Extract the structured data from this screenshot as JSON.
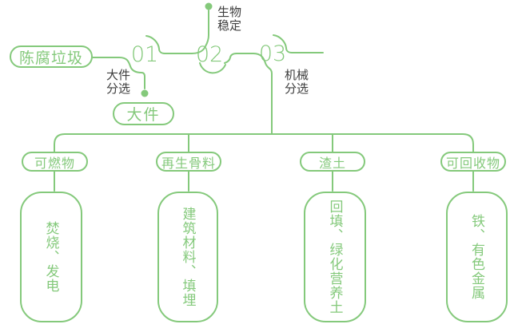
{
  "colors": {
    "line_green": "#84C97B",
    "label_dark": "#3D3D3D",
    "background": "#FFFFFF"
  },
  "diagram": {
    "source": {
      "label": "陈腐垃圾"
    },
    "steps": [
      {
        "number": "01",
        "label_line1": "大件",
        "label_line2": "分选"
      },
      {
        "number": "02",
        "label_line1": "生物",
        "label_line2": "稳定"
      },
      {
        "number": "03",
        "label_line1": "机械",
        "label_line2": "分选"
      }
    ],
    "bulky": {
      "label": "大件"
    },
    "branches": [
      {
        "category": "可燃物",
        "result": "焚烧、发电"
      },
      {
        "category": "再生骨料",
        "result": "建筑材料、填埋"
      },
      {
        "category": "渣土",
        "result": "回填、绿化营养土"
      },
      {
        "category": "可回收物",
        "result": "铁、有色金属"
      }
    ]
  }
}
